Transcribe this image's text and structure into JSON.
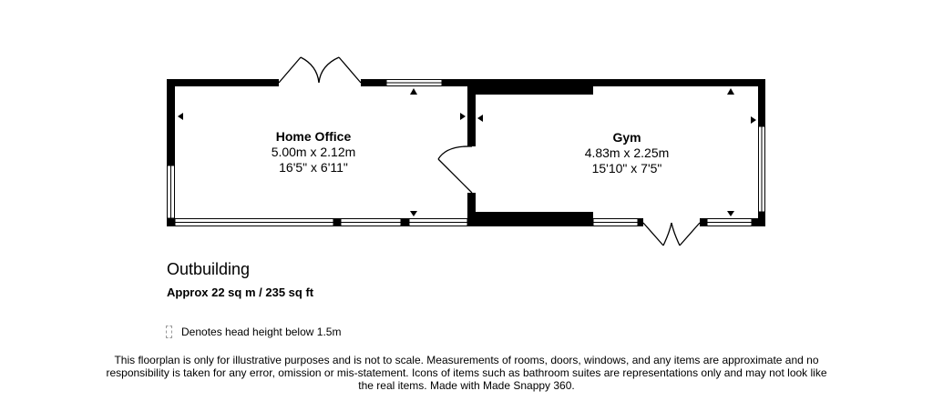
{
  "rooms": [
    {
      "name": "Home Office",
      "metric": "5.00m x 2.12m",
      "imperial": "16'5\" x 6'11\""
    },
    {
      "name": "Gym",
      "metric": "4.83m x 2.25m",
      "imperial": "15'10\" x 7'5\""
    }
  ],
  "building": {
    "title": "Outbuilding",
    "area": "Approx 22 sq m / 235 sq ft"
  },
  "legend": {
    "label": "Denotes head height below 1.5m"
  },
  "disclaimer": "This floorplan is only for illustrative purposes and is not to scale. Measurements of rooms, doors, windows, and any items are approximate and no responsibility is taken for any error, omission or mis-statement. Icons of items such as bathroom suites are representations only and may not look like the real items. Made with Made Snappy 360."
}
